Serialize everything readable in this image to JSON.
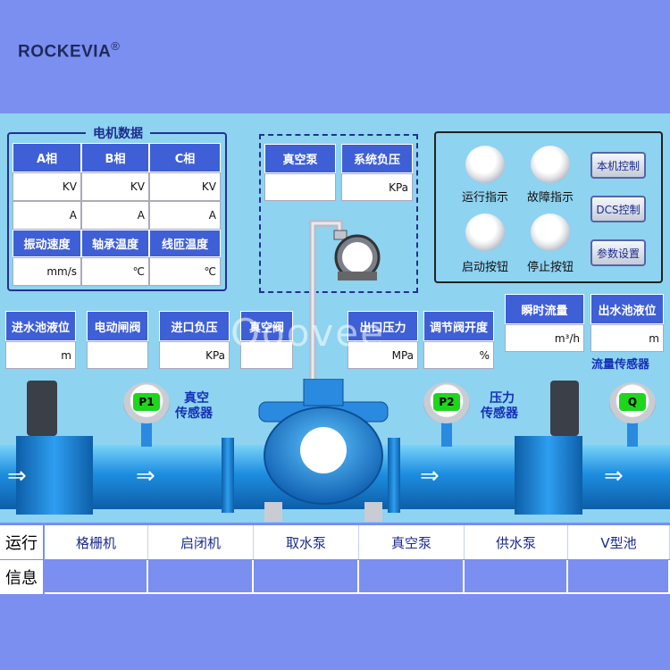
{
  "header": {
    "brand": "ROCKEVIA",
    "reg_mark": "®"
  },
  "motor": {
    "title": "电机数据",
    "phase_headers": [
      "A相",
      "B相",
      "C相"
    ],
    "voltage_unit": "KV",
    "current_unit": "A",
    "param_headers": [
      "振动速度",
      "轴承温度",
      "线匝温度"
    ],
    "param_units": [
      "mm/s",
      "℃",
      "℃"
    ]
  },
  "vacuum": {
    "pump_label": "真空泵",
    "pressure_label": "系统负压",
    "pressure_unit": "KPa"
  },
  "controls": {
    "run_indicator": "运行指示",
    "fault_indicator": "故障指示",
    "start_button": "启动按钮",
    "stop_button": "停止按钮",
    "local_control": "本机控制",
    "dcs_control": "DCS控制",
    "param_settings": "参数设置"
  },
  "readouts": [
    {
      "label": "进水池液位",
      "unit": "m"
    },
    {
      "label": "电动闸阀",
      "unit": ""
    },
    {
      "label": "进口负压",
      "unit": "KPa"
    },
    {
      "label": "真空阀",
      "unit": ""
    },
    {
      "label": "出口压力",
      "unit": "MPa"
    },
    {
      "label": "调节阀开度",
      "unit": "%"
    },
    {
      "label": "瞬时流量",
      "unit": "m³/h"
    },
    {
      "label": "出水池液位",
      "unit": "m"
    }
  ],
  "sensors": {
    "p1": "P1",
    "p1_label_1": "真空",
    "p1_label_2": "传感器",
    "p2": "P2",
    "p2_label_1": "压力",
    "p2_label_2": "传感器",
    "q": "Q",
    "flow_label": "流量传感器"
  },
  "watermark": "Ooovee",
  "run_info": {
    "label_1": "运行",
    "label_2": "信息",
    "tabs": [
      "格栅机",
      "启闭机",
      "取水泵",
      "真空泵",
      "供水泵",
      "V型池"
    ]
  },
  "colors": {
    "frame": "#7b8ff0",
    "panel": "#8ed3f0",
    "header": "#3f5fd6",
    "sensor_green": "#1ed61b",
    "pipe": "#1d8ee0"
  }
}
